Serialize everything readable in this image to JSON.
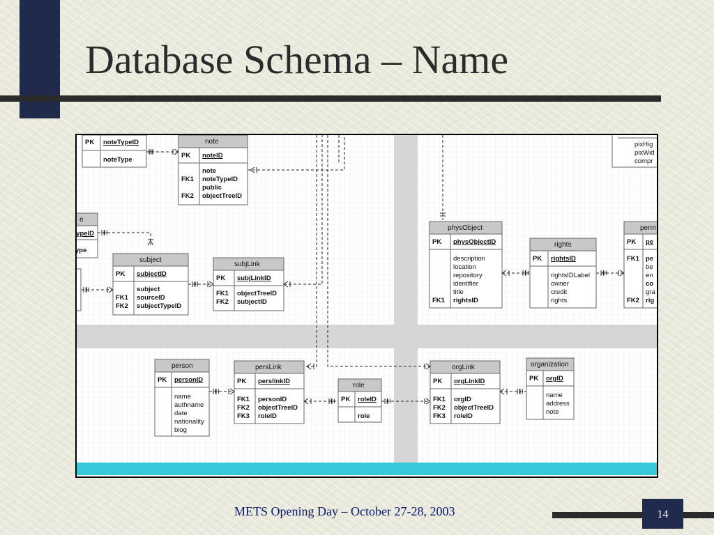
{
  "title": "Database Schema – Name",
  "footer": "METS Opening Day – October 27-28, 2003",
  "page_number": "14",
  "entities": {
    "noteType_partial": {
      "pk_label": "PK",
      "pk_field": "noteTypeID",
      "fields": [
        "noteType"
      ]
    },
    "note": {
      "name": "note",
      "pk_label": "PK",
      "pk_field": "noteID",
      "fk_labels": [
        "FK1",
        "FK2"
      ],
      "fields": [
        "note",
        "noteTypeID",
        "public",
        "objectTreeID"
      ]
    },
    "left_partial": {
      "name": "e",
      "pk_field": "typeID",
      "fields": [
        "ype"
      ]
    },
    "subject": {
      "name": "subject",
      "pk_label": "PK",
      "pk_field": "subjectID",
      "fk_labels": [
        "FK1",
        "FK2"
      ],
      "fields": [
        "subject",
        "sourceID",
        "subjectTypeID"
      ]
    },
    "subjLink": {
      "name": "subjLink",
      "pk_label": "PK",
      "pk_field": "subjLinkID",
      "fk_labels": [
        "FK1",
        "FK2"
      ],
      "fields": [
        "objectTreeID",
        "subjectID"
      ]
    },
    "physObject": {
      "name": "physObject",
      "pk_label": "PK",
      "pk_field": "physObjectID",
      "fk_labels": [
        "FK1"
      ],
      "fields": [
        "description",
        "location",
        "repository",
        "identifier",
        "title",
        "rightsID"
      ]
    },
    "rights": {
      "name": "rights",
      "pk_label": "PK",
      "pk_field": "rightsID",
      "fields": [
        "rightsIDLabel",
        "owner",
        "credit",
        "rights"
      ]
    },
    "perm_partial": {
      "name": "perm",
      "pk_label": "PK",
      "pk_field": "pe",
      "fk_labels": [
        "FK1",
        "FK2"
      ],
      "fields": [
        "pe",
        "be",
        "en",
        "co",
        "gra",
        "rig"
      ]
    },
    "top_right_partial": {
      "fields": [
        "pixHig",
        "pixWid",
        "compr"
      ]
    },
    "person": {
      "name": "person",
      "pk_label": "PK",
      "pk_field": "personID",
      "fields": [
        "name",
        "authname",
        "date",
        "nationality",
        "biog"
      ]
    },
    "persLink": {
      "name": "persLink",
      "pk_label": "PK",
      "pk_field": "perslinkID",
      "fk_labels": [
        "FK1",
        "FK2",
        "FK3"
      ],
      "fields": [
        "personID",
        "objectTreeID",
        "roleID"
      ]
    },
    "role": {
      "name": "role",
      "pk_label": "PK",
      "pk_field": "roleID",
      "fields": [
        "role"
      ]
    },
    "orgLink": {
      "name": "orgLink",
      "pk_label": "PK",
      "pk_field": "orgLinkID",
      "fk_labels": [
        "FK1",
        "FK2",
        "FK3"
      ],
      "fields": [
        "orgID",
        "objectTreeID",
        "roleID"
      ]
    },
    "organization": {
      "name": "organization",
      "pk_label": "PK",
      "pk_field": "orgID",
      "fields": [
        "name",
        "address",
        "note"
      ]
    }
  },
  "colors": {
    "navy": "#1f2a4d",
    "rule": "#2b2b2b",
    "footer_text": "#0a1a6e",
    "entity_header": "#c8c8c8",
    "band": "#d6d6d6",
    "cyan_bar": "#35c9d9"
  }
}
